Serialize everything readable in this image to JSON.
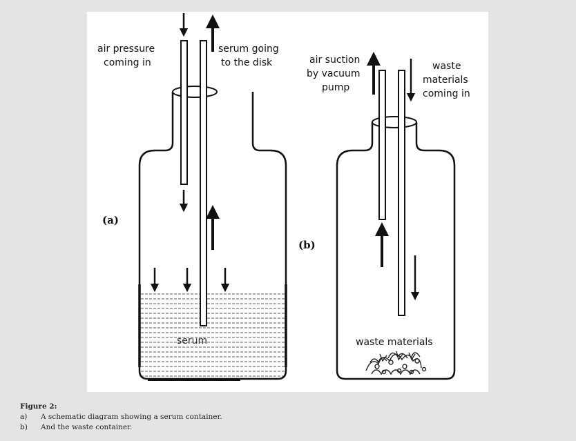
{
  "diagram": {
    "panel_a": {
      "letter": "(a)",
      "label_in": [
        "air pressure",
        "coming in"
      ],
      "label_out": [
        "serum going",
        "to the disk"
      ],
      "liquid_label": "serum"
    },
    "panel_b": {
      "letter": "(b)",
      "label_suction": [
        "air suction",
        "by vacuum",
        "pump"
      ],
      "label_waste_in": [
        "waste",
        "materials",
        "coming in"
      ],
      "contents_label": "waste materials"
    }
  },
  "caption": {
    "title": "Figure 2:",
    "items": [
      {
        "letter": "a)",
        "text": "A schematic diagram showing a serum container."
      },
      {
        "letter": "b)",
        "text": "And the waste container."
      }
    ]
  }
}
